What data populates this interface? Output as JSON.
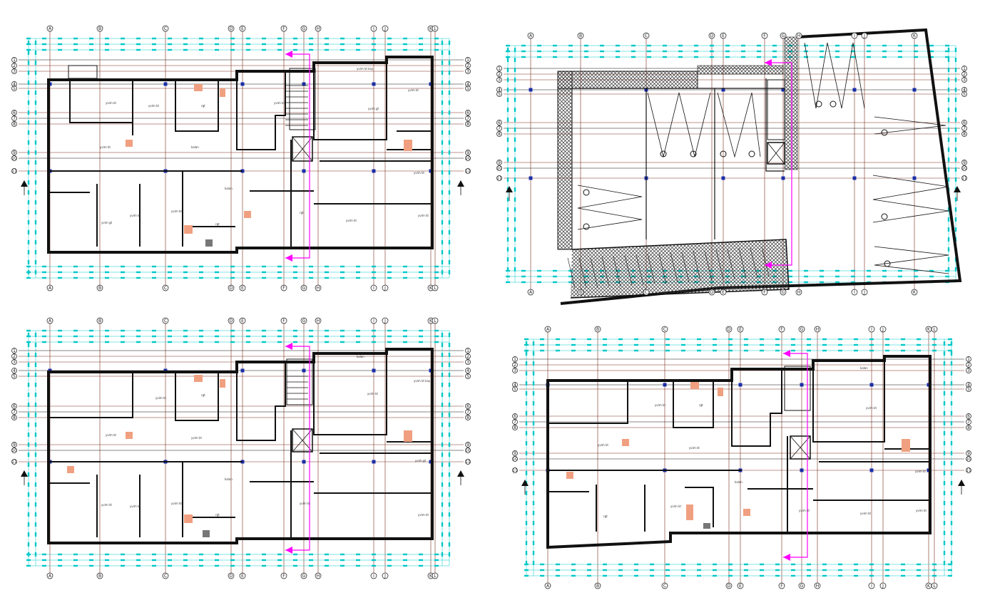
{
  "drawing": {
    "colors": {
      "wall": "#111111",
      "grid_line": "#7a2a1a",
      "dimension": "#00c8c8",
      "column": "#1a2ea8",
      "service": "#ff00ff",
      "fixture": "#f0a080",
      "hatch": "#333333"
    },
    "plans": [
      {
        "id": "plan-top-left",
        "grid_columns": [
          "A",
          "B",
          "C",
          "D",
          "E",
          "F",
          "G",
          "H",
          "I",
          "J",
          "K",
          "L"
        ],
        "grid_rows": [
          "1",
          "2",
          "3",
          "4",
          "5",
          "6",
          "7",
          "8",
          "9",
          "10",
          "11"
        ],
        "room_labels": [
          "yvim kt",
          "yvim kt",
          "rgt",
          "yvim kt",
          "yvim kt",
          "yvim gt",
          "kalan",
          "yvim kt",
          "yvim gt",
          "kalan",
          "rgt",
          "yvim kt",
          "yvim kt",
          "yvim kt",
          "rgt",
          "yvim kt kay",
          "yvim kt",
          "yvim kt"
        ]
      },
      {
        "id": "plan-top-right",
        "grid_columns": [
          "A",
          "B",
          "C",
          "D",
          "E",
          "F",
          "G",
          "H",
          "I",
          "J",
          "K"
        ],
        "grid_rows": [
          "1",
          "2",
          "3",
          "4",
          "5",
          "6",
          "7",
          "8",
          "9",
          "10",
          "11"
        ],
        "room_labels": []
      },
      {
        "id": "plan-bottom-left",
        "grid_columns": [
          "A",
          "B",
          "C",
          "D",
          "E",
          "F",
          "G",
          "H",
          "I",
          "J",
          "K",
          "L"
        ],
        "grid_rows": [
          "1",
          "2",
          "3",
          "4",
          "5",
          "6",
          "7",
          "8",
          "9",
          "10",
          "11"
        ],
        "room_labels": [
          "yvim kt",
          "rgt",
          "yvim kt",
          "yvim kt",
          "kalan",
          "yvim kt",
          "yvim kt kay",
          "kalan",
          "yvim kt",
          "yvim kt",
          "yvim kt",
          "rgt",
          "yvim gt",
          "yvim kt",
          "yvim kt"
        ]
      },
      {
        "id": "plan-bottom-right",
        "grid_columns": [
          "A",
          "B",
          "C",
          "D",
          "E",
          "F",
          "G",
          "H",
          "I",
          "J",
          "K",
          "L"
        ],
        "grid_rows": [
          "1",
          "2",
          "3",
          "4",
          "5",
          "6",
          "7",
          "8",
          "9",
          "10",
          "11"
        ],
        "room_labels": [
          "yvim kt",
          "rgt",
          "yvim kt",
          "yvim kt",
          "kalan",
          "yvim kt",
          "yvim kt",
          "kalan",
          "rgt",
          "yvim kt",
          "yvim kt",
          "yvim kt",
          "yvim kt"
        ]
      }
    ]
  }
}
